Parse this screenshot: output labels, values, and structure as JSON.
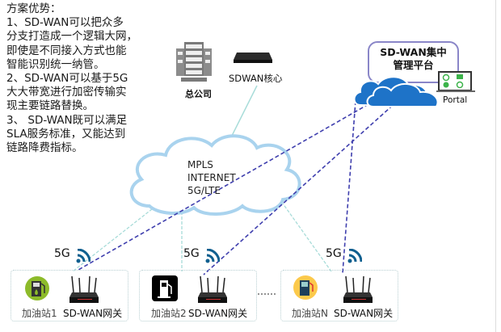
{
  "advantages": {
    "heading": "方案优势：",
    "lines": [
      "1、SD-WAN可以把众多",
      "分支打造成一个逻辑大网，",
      "即使是不同接入方式也能",
      "智能识别统一纳管。",
      "2、SD-WAN可以基于5G",
      "大大带宽进行加密传输实",
      "现主要链路替换。",
      "3、 SD-WAN既可以满足",
      "SLA服务标准，又能达到",
      "链路降费指标。"
    ]
  },
  "hq": {
    "server_label": "总公司",
    "core_label": "SDWAN核心"
  },
  "network_cloud": {
    "lines": [
      "MPLS",
      "INTERNET",
      "5G/LTE"
    ]
  },
  "management": {
    "title_line1": "SD-WAN集中",
    "title_line2": "管理平台",
    "portal_label": "Portal"
  },
  "sites": [
    {
      "station_label": "加油站1",
      "gateway_label": "SD-WAN网关",
      "signal_label": "5G"
    },
    {
      "station_label": "加油站2",
      "gateway_label": "SD-WAN网关",
      "signal_label": "5G"
    },
    {
      "station_label": "加油站N",
      "gateway_label": "SD-WAN网关",
      "signal_label": "5G"
    }
  ],
  "colors": {
    "solid_link": "#a8dcd9",
    "vpn_link": "#3f3fae",
    "mgmt_cloud": "#1e73c8",
    "wan_cloud_edge": "#a9d3ee"
  }
}
